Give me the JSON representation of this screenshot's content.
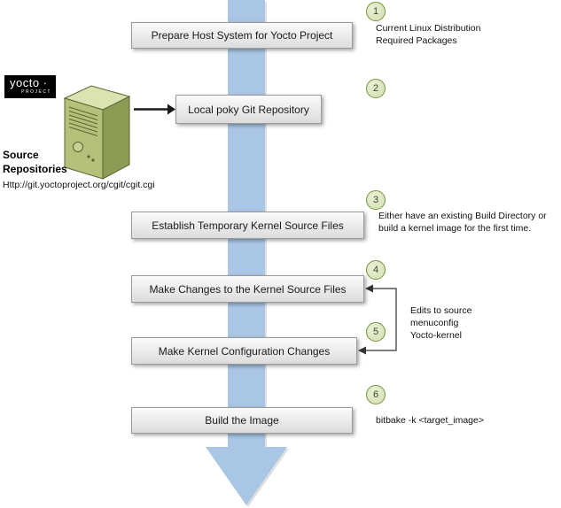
{
  "steps": [
    {
      "num": "1",
      "label": "Prepare Host System for Yocto Project",
      "note": "Current Linux Distribution\nRequired Packages"
    },
    {
      "num": "2",
      "label": "Local poky Git Repository",
      "note": ""
    },
    {
      "num": "3",
      "label": "Establish Temporary Kernel Source Files",
      "note": "Either have an existing Build Directory or build a kernel image for the first time."
    },
    {
      "num": "4",
      "label": "Make Changes to the Kernel Source Files",
      "note": ""
    },
    {
      "num": "5",
      "label": "Make Kernel Configuration Changes",
      "note": "Edits to source\nmenuconfig\nYocto-kernel"
    },
    {
      "num": "6",
      "label": "Build the Image",
      "note": "bitbake -k <target_image>"
    }
  ],
  "logo": {
    "title": "yocto ·",
    "subtitle": "PROJECT"
  },
  "source": {
    "title": "Source\nRepositories",
    "url": "Http://git.yoctoproject.org/cgit/cgit.cgi"
  },
  "colors": {
    "flow_arrow": "#a9c6e4",
    "circle_fill": "#d7e3bb",
    "circle_border": "#77933c",
    "box_border": "#9a9a9a",
    "server_green": "#b5c07b"
  }
}
